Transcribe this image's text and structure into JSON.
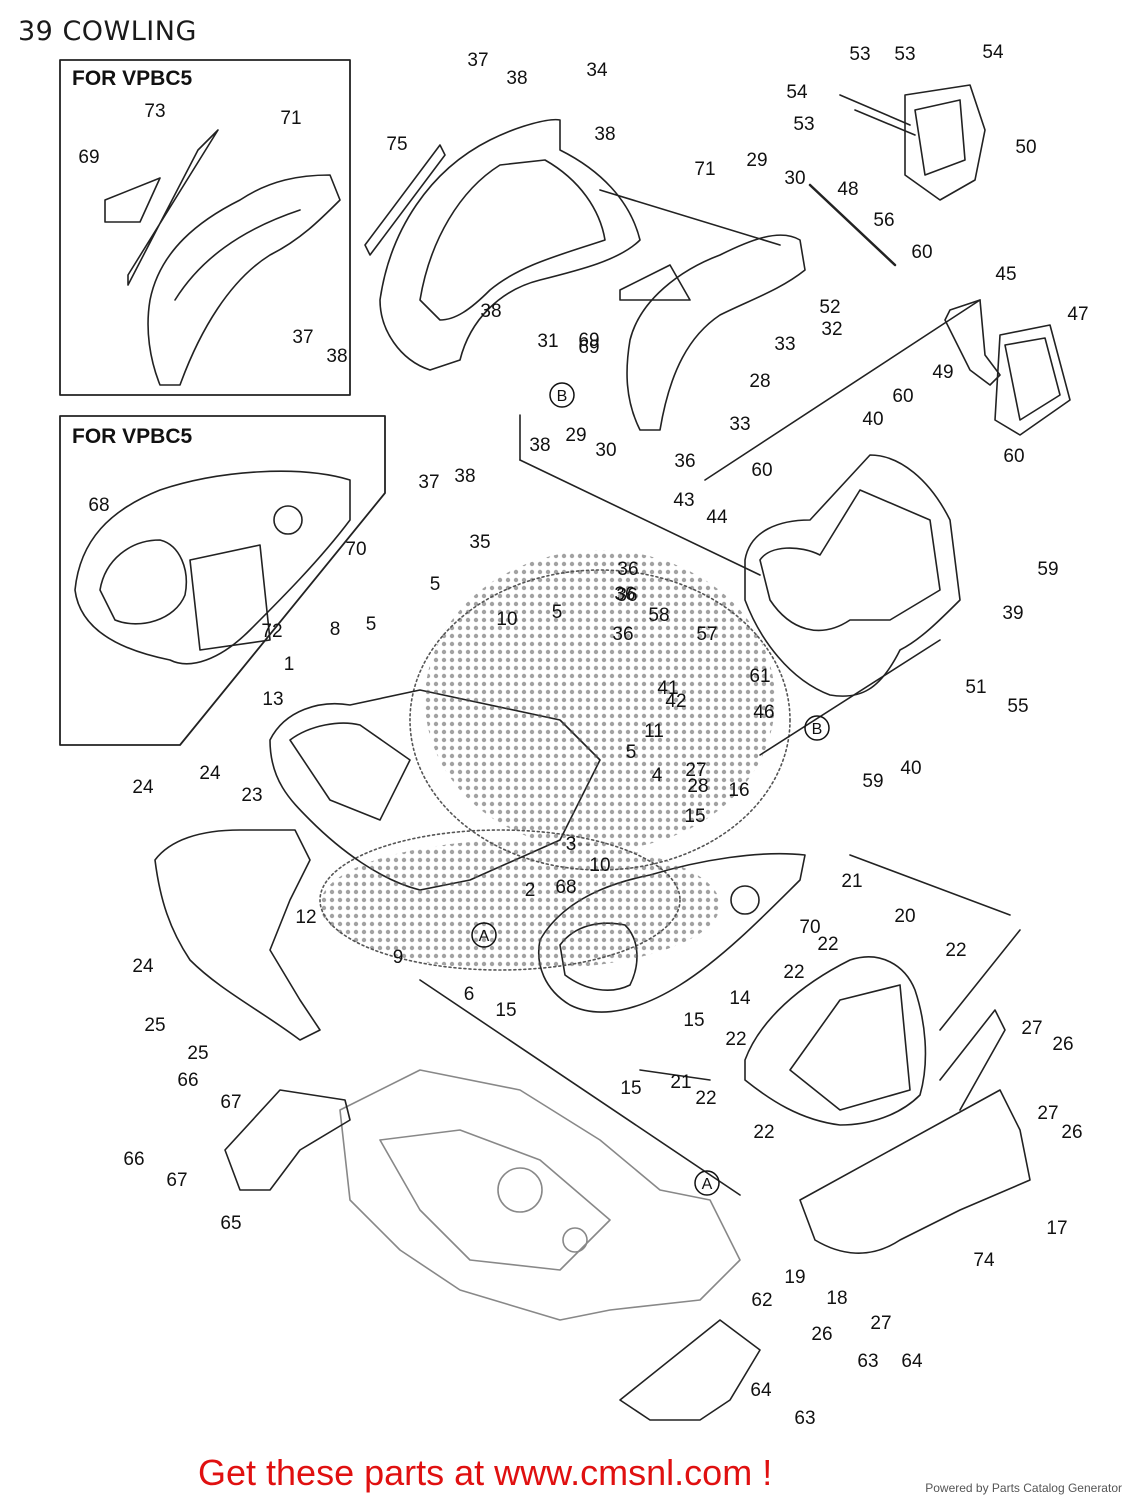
{
  "header": {
    "title": "39 COWLING"
  },
  "insets": [
    {
      "title": "FOR VPBC5"
    },
    {
      "title": "FOR VPBC5"
    }
  ],
  "callouts": [
    "37",
    "38",
    "34",
    "38",
    "75",
    "71",
    "29",
    "30",
    "48",
    "53",
    "53",
    "54",
    "54",
    "53",
    "50",
    "56",
    "60",
    "69",
    "73",
    "71",
    "69",
    "37",
    "38",
    "31",
    "32",
    "33",
    "28",
    "38",
    "69",
    "45",
    "47",
    "49",
    "52",
    "40",
    "60",
    "60",
    "38",
    "29",
    "30",
    "33",
    "37",
    "38",
    "36",
    "43",
    "44",
    "68",
    "70",
    "72",
    "60",
    "59",
    "39",
    "35",
    "36",
    "36",
    "36",
    "58",
    "57",
    "61",
    "51",
    "55",
    "8",
    "5",
    "10",
    "5",
    "1",
    "13",
    "41",
    "42",
    "46",
    "40",
    "59",
    "11",
    "5",
    "4",
    "27",
    "28",
    "16",
    "15",
    "24",
    "24",
    "23",
    "10",
    "3",
    "2",
    "68",
    "70",
    "21",
    "20",
    "22",
    "22",
    "22",
    "12",
    "9",
    "6",
    "14",
    "24",
    "25",
    "25",
    "15",
    "15",
    "15",
    "21",
    "22",
    "27",
    "26",
    "66",
    "67",
    "22",
    "22",
    "27",
    "26",
    "66",
    "67",
    "65",
    "17",
    "74",
    "19",
    "18",
    "62",
    "27",
    "26",
    "64",
    "63",
    "64",
    "63",
    "5",
    "36"
  ],
  "markers": [
    "A",
    "B",
    "B",
    "A",
    "A"
  ],
  "footer": {
    "promo": "Get these parts at www.cmsnl.com !",
    "powered_by": "Powered by Parts Catalog Generator"
  }
}
